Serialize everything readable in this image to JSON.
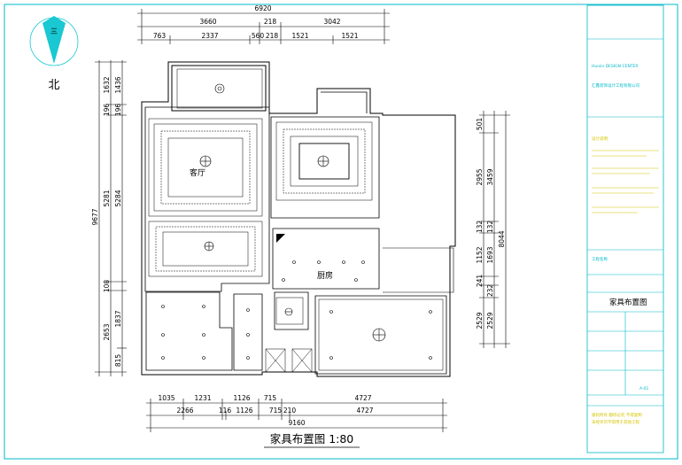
{
  "drawing": {
    "title": "家具布置图 1:80",
    "north_label": "北",
    "colors": {
      "line": "#000000",
      "frame": "#00b8c8",
      "north": "#19c8d2",
      "north_text": "#23b800",
      "stamp": "#d4c400"
    }
  },
  "dimensions": {
    "top_overall": "6920",
    "top_row2": [
      "3660",
      "218",
      "3042"
    ],
    "top_row3": [
      "763",
      "2337",
      "560",
      "218",
      "1521",
      "1521"
    ],
    "left_overall": "9677",
    "left_row1": [
      "1632",
      "196",
      "5281",
      "108",
      "2653"
    ],
    "left_row2": [
      "1436",
      "196",
      "5284",
      "1837",
      "815"
    ],
    "right_overall": "8044",
    "right_row1": [
      "2955",
      "132",
      "1693",
      "232",
      "2529"
    ],
    "right_row2": [
      "501",
      "3459",
      "1152",
      "241",
      "2529"
    ],
    "bottom_row1": [
      "1035",
      "1231",
      "1126",
      "715",
      "4727"
    ],
    "bottom_row2": [
      "2266",
      "116",
      "1126",
      "715",
      "210",
      "4727"
    ],
    "bottom_overall": "9160"
  },
  "rooms": {
    "living": "客厅",
    "kitchen": "厨房"
  },
  "title_block": {
    "company": "Huixin DESIGN CENTER",
    "company_sub": "汇鑫装饰设计工程有限公司",
    "notes_title": "设计说明:",
    "project_label": "工程名称",
    "drawing_name": "家具布置图",
    "sheet_no": "A-01",
    "stamp_line1": "版权所有 翻印必究 不得复制",
    "stamp_line2": "未经许可不得用于其他工程"
  }
}
